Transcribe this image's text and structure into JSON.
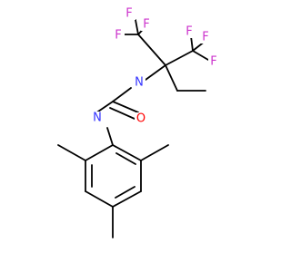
{
  "molecule": {
    "colors": {
      "carbon_bond": "#000000",
      "nitrogen": "#3333ff",
      "oxygen": "#ff0000",
      "fluorine": "#cc33cc"
    },
    "atoms": [
      {
        "id": "F1",
        "label": "F",
        "element": "F"
      },
      {
        "id": "F2",
        "label": "F",
        "element": "F"
      },
      {
        "id": "F3",
        "label": "F",
        "element": "F"
      },
      {
        "id": "F4",
        "label": "F",
        "element": "F"
      },
      {
        "id": "F5",
        "label": "F",
        "element": "F"
      },
      {
        "id": "F6",
        "label": "F",
        "element": "F"
      },
      {
        "id": "N1",
        "label": "N",
        "element": "N"
      },
      {
        "id": "N2",
        "label": "N",
        "element": "N"
      },
      {
        "id": "O1",
        "label": "O",
        "element": "O"
      }
    ]
  }
}
